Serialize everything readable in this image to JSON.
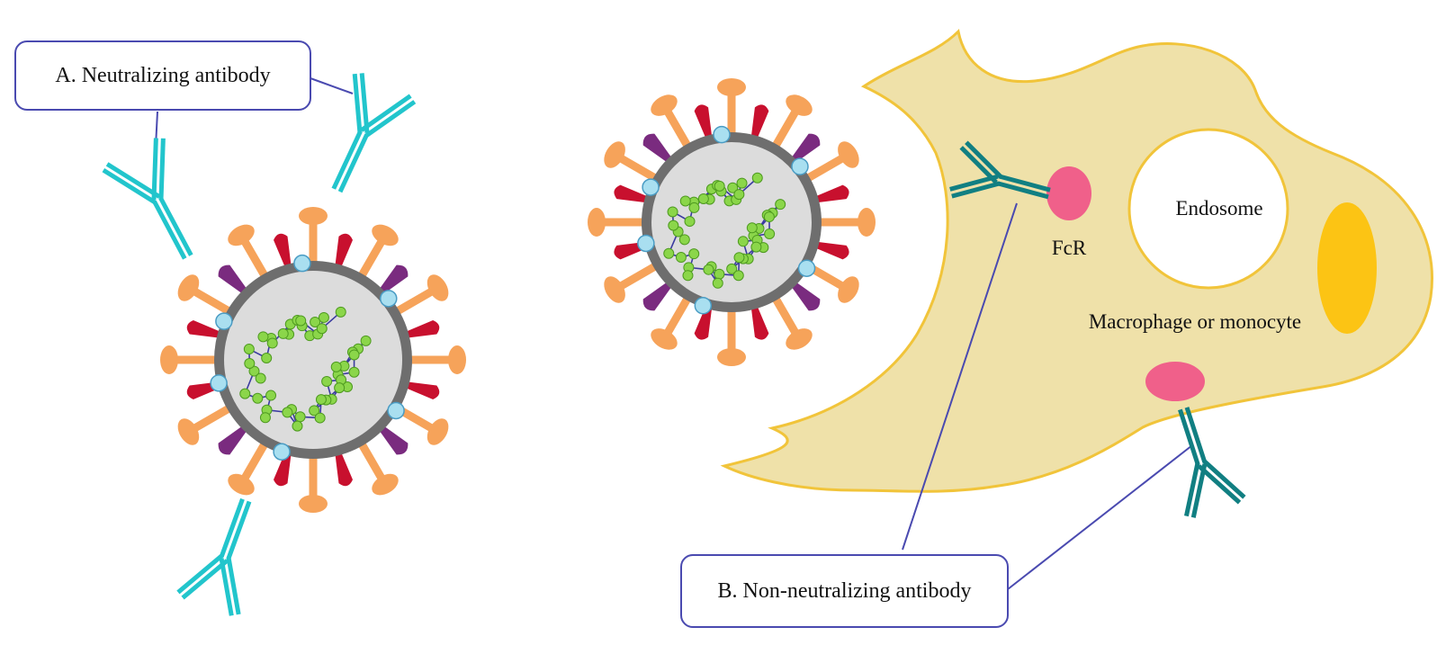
{
  "callouts": {
    "neutralizing": "A. Neutralizing antibody",
    "non_neutralizing": "B. Non-neutralizing antibody"
  },
  "cell_labels": {
    "endosome": "Endosome",
    "receptor": "FcR",
    "cell": "Macrophage or monocyte"
  },
  "colors": {
    "cell_fill": "#efe1a9",
    "cell_outline": "#f1c43a",
    "nucleus": "#fcc414",
    "receptor": "#f0608a",
    "antibody_neutralizing": "#22c5cc",
    "antibody_non_neutralizing": "#117f82",
    "leader_line": "#4a4ab0",
    "virus_membrane": "#6e6e6e",
    "virus_core": "#dcdcdc",
    "spike_orange": "#f6a35a",
    "spike_red": "#c8102e",
    "spike_purple": "#7a2b7f",
    "bead_blue": "#a9dff0",
    "genome_green": "#8bd64a",
    "genome_strand": "#3a3aa0"
  },
  "icons": [
    "virion-icon",
    "antibody-icon",
    "fc-receptor-icon",
    "macrophage-icon",
    "endosome-icon",
    "nucleus-icon"
  ]
}
